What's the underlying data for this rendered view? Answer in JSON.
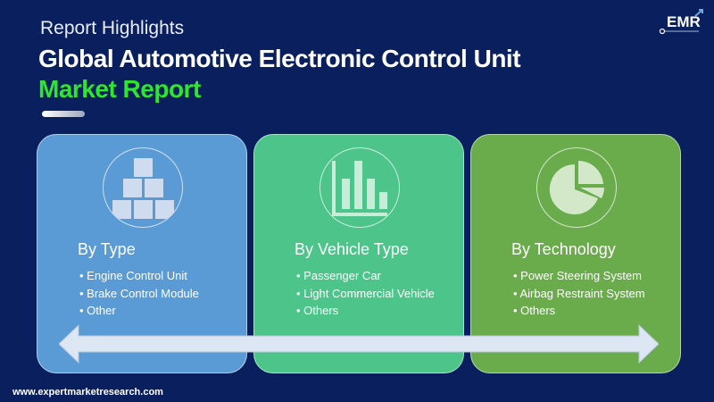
{
  "header": {
    "subtitle": "Report Highlights",
    "title_line1": "Global Automotive Electronic Control Unit",
    "title_line2": "Market Report"
  },
  "logo": {
    "text": "EMR"
  },
  "cards": [
    {
      "title": "By Type",
      "icon": "boxes-icon",
      "items": [
        "Engine Control Unit",
        "Brake Control Module",
        "Other"
      ]
    },
    {
      "title": "By Vehicle Type",
      "icon": "bar-chart-icon",
      "items": [
        "Passenger Car",
        "Light Commercial Vehicle",
        "Others"
      ]
    },
    {
      "title": "By Technology",
      "icon": "pie-chart-icon",
      "items": [
        "Power Steering System",
        "Airbag Restraint System",
        "Others"
      ]
    }
  ],
  "footer": {
    "url": "www.expertmarketresearch.com"
  },
  "colors": {
    "background": "#0a1f5e",
    "card1": "#5b9bd5",
    "card2": "#4cc48a",
    "card3": "#6aab4c",
    "accent": "#2ee62e"
  }
}
